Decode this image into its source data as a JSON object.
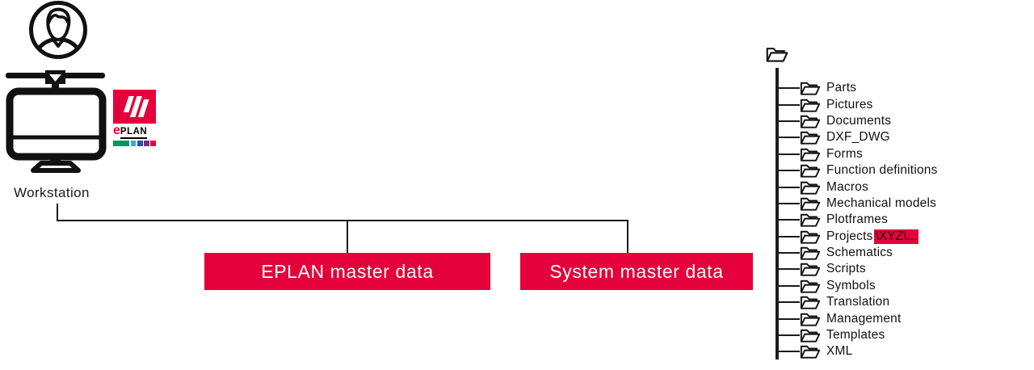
{
  "colors": {
    "brand_red": "#e4003a",
    "bar_green": "#00985c",
    "bar_light_blue": "#3fa3dc",
    "bar_blue": "#2b51a5",
    "bar_purple": "#7c2b83",
    "ink": "#1a1a1a"
  },
  "workstation": {
    "label": "Workstation"
  },
  "logo": {
    "e": "e",
    "plan": "PLAN"
  },
  "nodes": {
    "eplan_box_label": "EPLAN master data",
    "system_box_label": "System master data"
  },
  "tree": {
    "items": [
      {
        "label": "Parts"
      },
      {
        "label": "Pictures"
      },
      {
        "label": "Documents"
      },
      {
        "label": "DXF_DWG"
      },
      {
        "label": "Forms"
      },
      {
        "label": "Function definitions"
      },
      {
        "label": "Macros"
      },
      {
        "label": "Mechanical models"
      },
      {
        "label": "Plotframes"
      },
      {
        "label": "Projects",
        "highlight": "\\XYZ\\..."
      },
      {
        "label": "Schematics"
      },
      {
        "label": "Scripts"
      },
      {
        "label": "Symbols"
      },
      {
        "label": "Translation"
      },
      {
        "label": "Management"
      },
      {
        "label": "Templates"
      },
      {
        "label": "XML"
      }
    ]
  }
}
